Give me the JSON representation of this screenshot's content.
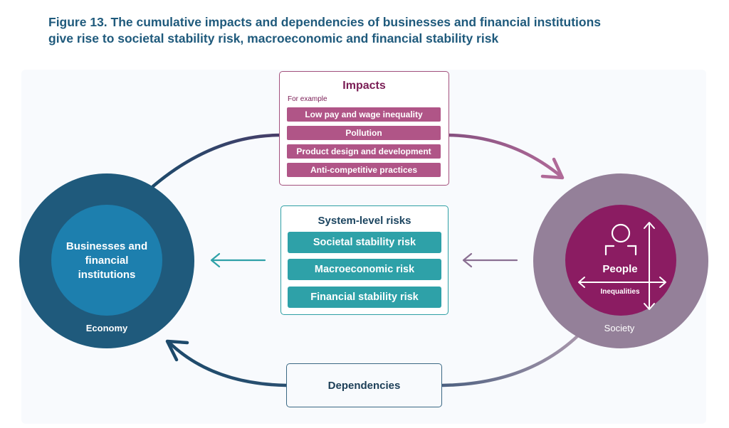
{
  "title": {
    "line1": "Figure 13. The cumulative impacts and dependencies of businesses and financial institutions",
    "line2": "give rise to societal stability risk, macroeconomic and financial stability risk"
  },
  "impacts": {
    "title": "Impacts",
    "subtitle": "For example",
    "items": [
      "Low pay and wage inequality",
      "Pollution",
      "Product design and development",
      "Anti-competitive practices"
    ]
  },
  "risks": {
    "title": "System-level risks",
    "items": [
      "Societal stability risk",
      "Macroeconomic risk",
      "Financial stability risk"
    ]
  },
  "dependencies": {
    "label": "Dependencies"
  },
  "economy": {
    "inner_label": "Businesses and financial institutions",
    "outer_label": "Economy"
  },
  "society": {
    "inner_label": "People",
    "axis_label": "Inequalities",
    "outer_label": "Society"
  },
  "colors": {
    "title": "#1f5a7c",
    "economy_outer": "#1f5a7c",
    "economy_inner": "#1d7fae",
    "society_outer": "#948099",
    "society_inner": "#8b1c62",
    "impact_item": "#b05587",
    "risk_item": "#2ea1a8",
    "impact_border": "#a3517d",
    "risk_border": "#2e9fa4",
    "arc": "#1d4a6b"
  },
  "icons": [
    "person-icon",
    "vertical-axis-arrow-icon",
    "horizontal-axis-arrow-icon"
  ]
}
